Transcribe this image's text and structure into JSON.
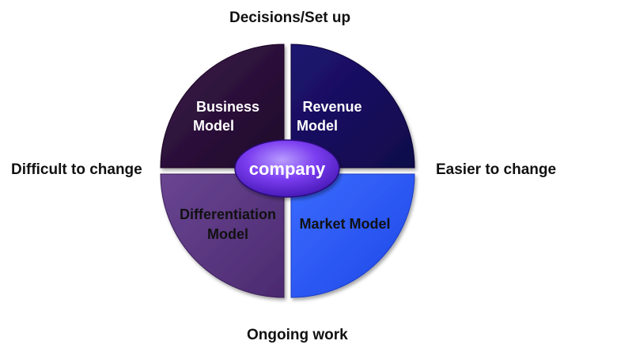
{
  "diagram": {
    "labels": {
      "top": "Decisions/Set up",
      "left": "Difficult to change",
      "right": "Easier to change",
      "bottom": "Ongoing work"
    },
    "center": {
      "label": "company",
      "color": "#6a2ae8"
    },
    "quadrants": [
      {
        "id": "top-left",
        "line1": "Business",
        "line2": "Model",
        "color": "#2e0f3c",
        "text_color": "#ffffff"
      },
      {
        "id": "top-right",
        "line1": "Revenue",
        "line2": "Model",
        "color": "#1a0f66",
        "text_color": "#ffffff"
      },
      {
        "id": "bottom-left",
        "line1": "Differentiation",
        "line2": "Model",
        "color": "#5a3580",
        "text_color": "#111111"
      },
      {
        "id": "bottom-right",
        "line1": "Market Model",
        "line2": "",
        "color": "#2f5cff",
        "text_color": "#111111"
      }
    ]
  }
}
